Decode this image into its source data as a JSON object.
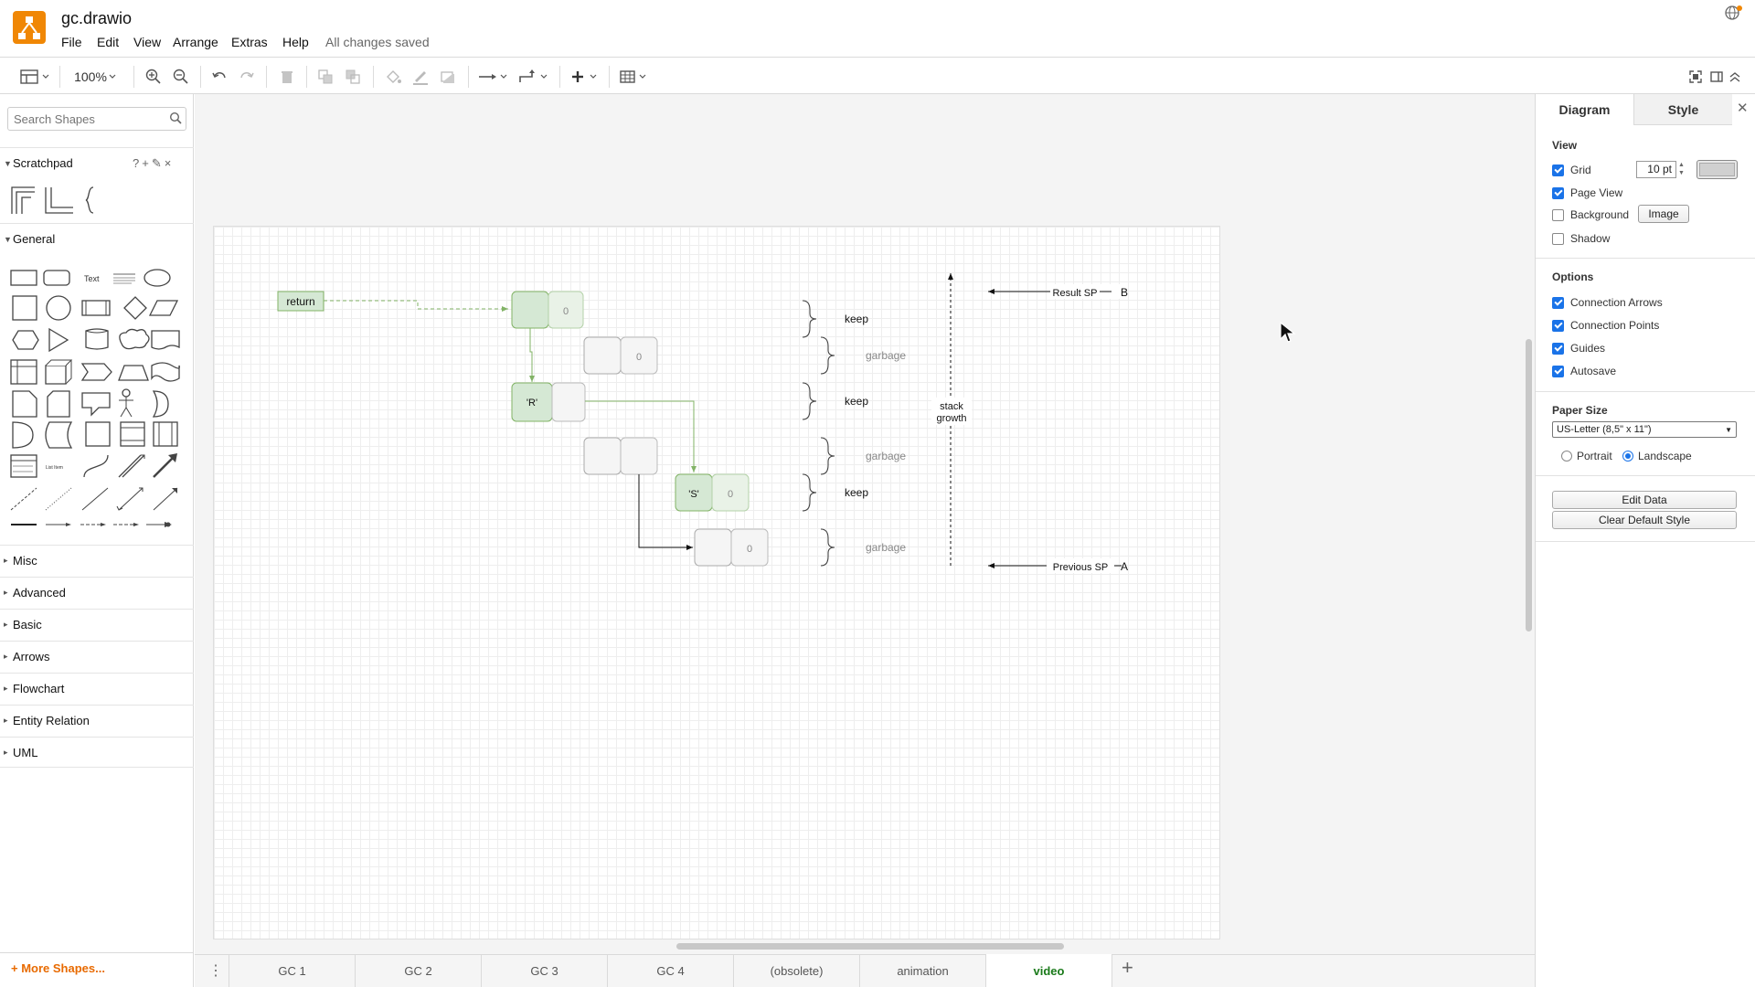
{
  "app": {
    "title": "gc.drawio",
    "status": "All changes saved"
  },
  "menu": [
    "File",
    "Edit",
    "View",
    "Arrange",
    "Extras",
    "Help"
  ],
  "toolbar": {
    "zoom": "100%"
  },
  "sidebar": {
    "search_placeholder": "Search Shapes",
    "scratchpad_label": "Scratchpad",
    "scratchpad_tools": "?+✎×",
    "general_label": "General",
    "shape_text_label": "Text",
    "shape_listitem_label": "List Item",
    "sections": [
      "Misc",
      "Advanced",
      "Basic",
      "Arrows",
      "Flowchart",
      "Entity Relation",
      "UML"
    ],
    "more_shapes": "+ More Shapes..."
  },
  "diagram": {
    "return_label": "return",
    "zero": "0",
    "r_label": "'R'",
    "s_label": "'S'",
    "keep": "keep",
    "garbage": "garbage",
    "stack_growth_1": "stack",
    "stack_growth_2": "growth",
    "result_sp": "Result SP",
    "b": "B",
    "previous_sp": "Previous SP",
    "a": "A"
  },
  "tabs": [
    "GC 1",
    "GC 2",
    "GC 3",
    "GC 4",
    "(obsolete)",
    "animation",
    "video"
  ],
  "active_tab": "video",
  "panel": {
    "tab_diagram": "Diagram",
    "tab_style": "Style",
    "view_label": "View",
    "grid": "Grid",
    "grid_size": "10 pt",
    "page_view": "Page View",
    "background": "Background",
    "image_button": "Image",
    "shadow": "Shadow",
    "options_label": "Options",
    "connection_arrows": "Connection Arrows",
    "connection_points": "Connection Points",
    "guides": "Guides",
    "autosave": "Autosave",
    "paper_size_label": "Paper Size",
    "paper_size": "US-Letter (8,5\" x 11\")",
    "portrait": "Portrait",
    "landscape": "Landscape",
    "edit_data": "Edit Data",
    "clear_default_style": "Clear Default Style"
  },
  "colors": {
    "accent": "#f08705",
    "green_fill": "#d5e8d4",
    "green_stroke": "#82b366",
    "checkbox": "#1a73e8",
    "active_tab": "#1a7a1a"
  }
}
